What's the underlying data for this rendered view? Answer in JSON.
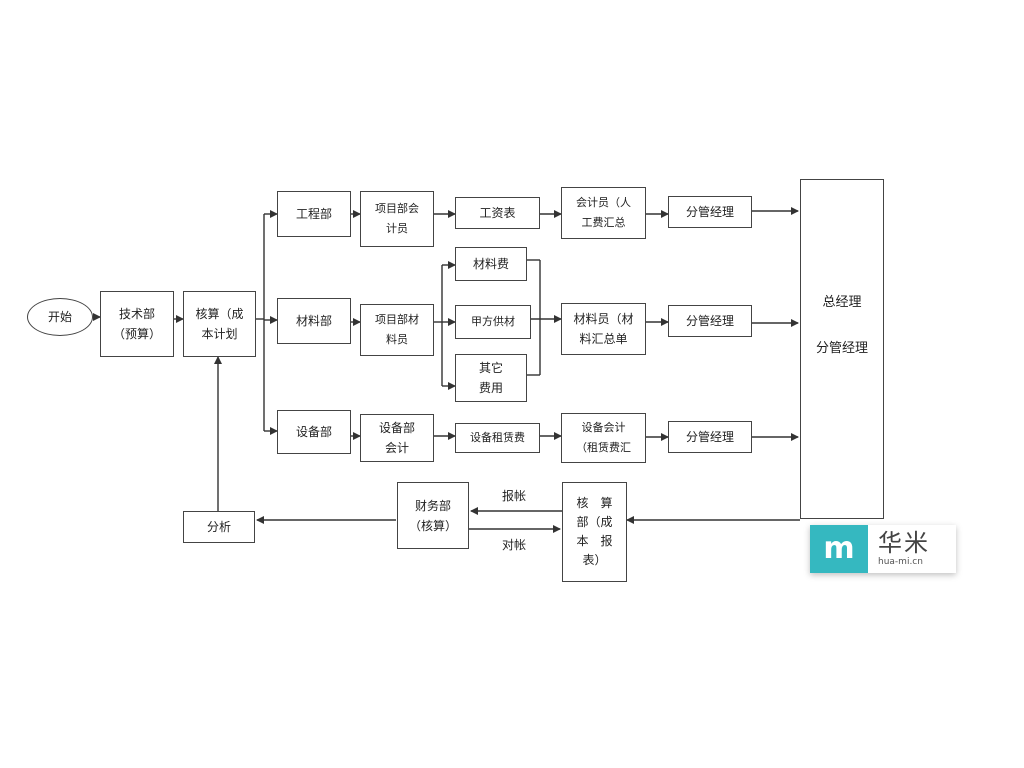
{
  "flowchart": {
    "start": "开始",
    "tech_dept": "技术部\n（预算）",
    "costing": "核算（成\n本计划",
    "engineering": "工程部",
    "project_accountant": "项目部会\n计员",
    "payroll": "工资表",
    "labor_accountant": "会计员（人\n工费汇总",
    "manager_1": "分管经理",
    "materials_dept": "材料部",
    "project_materials": "项目部材\n料员",
    "material_cost": "材料费",
    "owner_supplied": "甲方供材",
    "other_costs": "其它\n费用",
    "material_clerk": "材料员（材\n料汇总单",
    "manager_2": "分管经理",
    "equipment_dept": "设备部",
    "equipment_accountant": "设备部\n会计",
    "equipment_rental": "设备租赁费",
    "equipment_accounting": "设备会计\n（租赁费汇",
    "manager_3": "分管经理",
    "general_manager": "总经理",
    "deputy_manager": "分管经理",
    "finance_dept": "财务部\n（核算）",
    "cost_report": "核　算\n部（成\n本　报\n表）",
    "analysis": "分析",
    "label_report": "报帐",
    "label_reconcile": "对帐"
  },
  "watermark": {
    "logo_letter": "m",
    "brand_cn": "华米",
    "brand_url": "hua-mi.cn"
  }
}
